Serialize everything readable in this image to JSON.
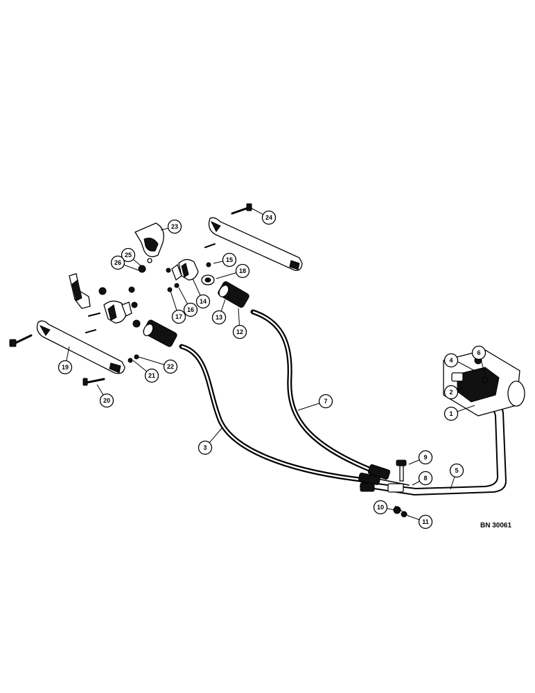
{
  "diagram": {
    "reference_code": "BN 30061",
    "callouts": [
      {
        "id": "c1",
        "label": "1"
      },
      {
        "id": "c2",
        "label": "2"
      },
      {
        "id": "c3",
        "label": "3"
      },
      {
        "id": "c4",
        "label": "4"
      },
      {
        "id": "c5",
        "label": "5"
      },
      {
        "id": "c6",
        "label": "6"
      },
      {
        "id": "c7",
        "label": "7"
      },
      {
        "id": "c8",
        "label": "8"
      },
      {
        "id": "c9",
        "label": "9"
      },
      {
        "id": "c10",
        "label": "10"
      },
      {
        "id": "c11",
        "label": "11"
      },
      {
        "id": "c12",
        "label": "12"
      },
      {
        "id": "c13",
        "label": "13"
      },
      {
        "id": "c14",
        "label": "14"
      },
      {
        "id": "c15",
        "label": "15"
      },
      {
        "id": "c16",
        "label": "16"
      },
      {
        "id": "c17",
        "label": "17"
      },
      {
        "id": "c18",
        "label": "18"
      },
      {
        "id": "c19",
        "label": "19"
      },
      {
        "id": "c20",
        "label": "20"
      },
      {
        "id": "c21",
        "label": "21"
      },
      {
        "id": "c22",
        "label": "22"
      },
      {
        "id": "c23",
        "label": "23"
      },
      {
        "id": "c24",
        "label": "24"
      },
      {
        "id": "c25",
        "label": "25"
      },
      {
        "id": "c26",
        "label": "26"
      }
    ]
  }
}
